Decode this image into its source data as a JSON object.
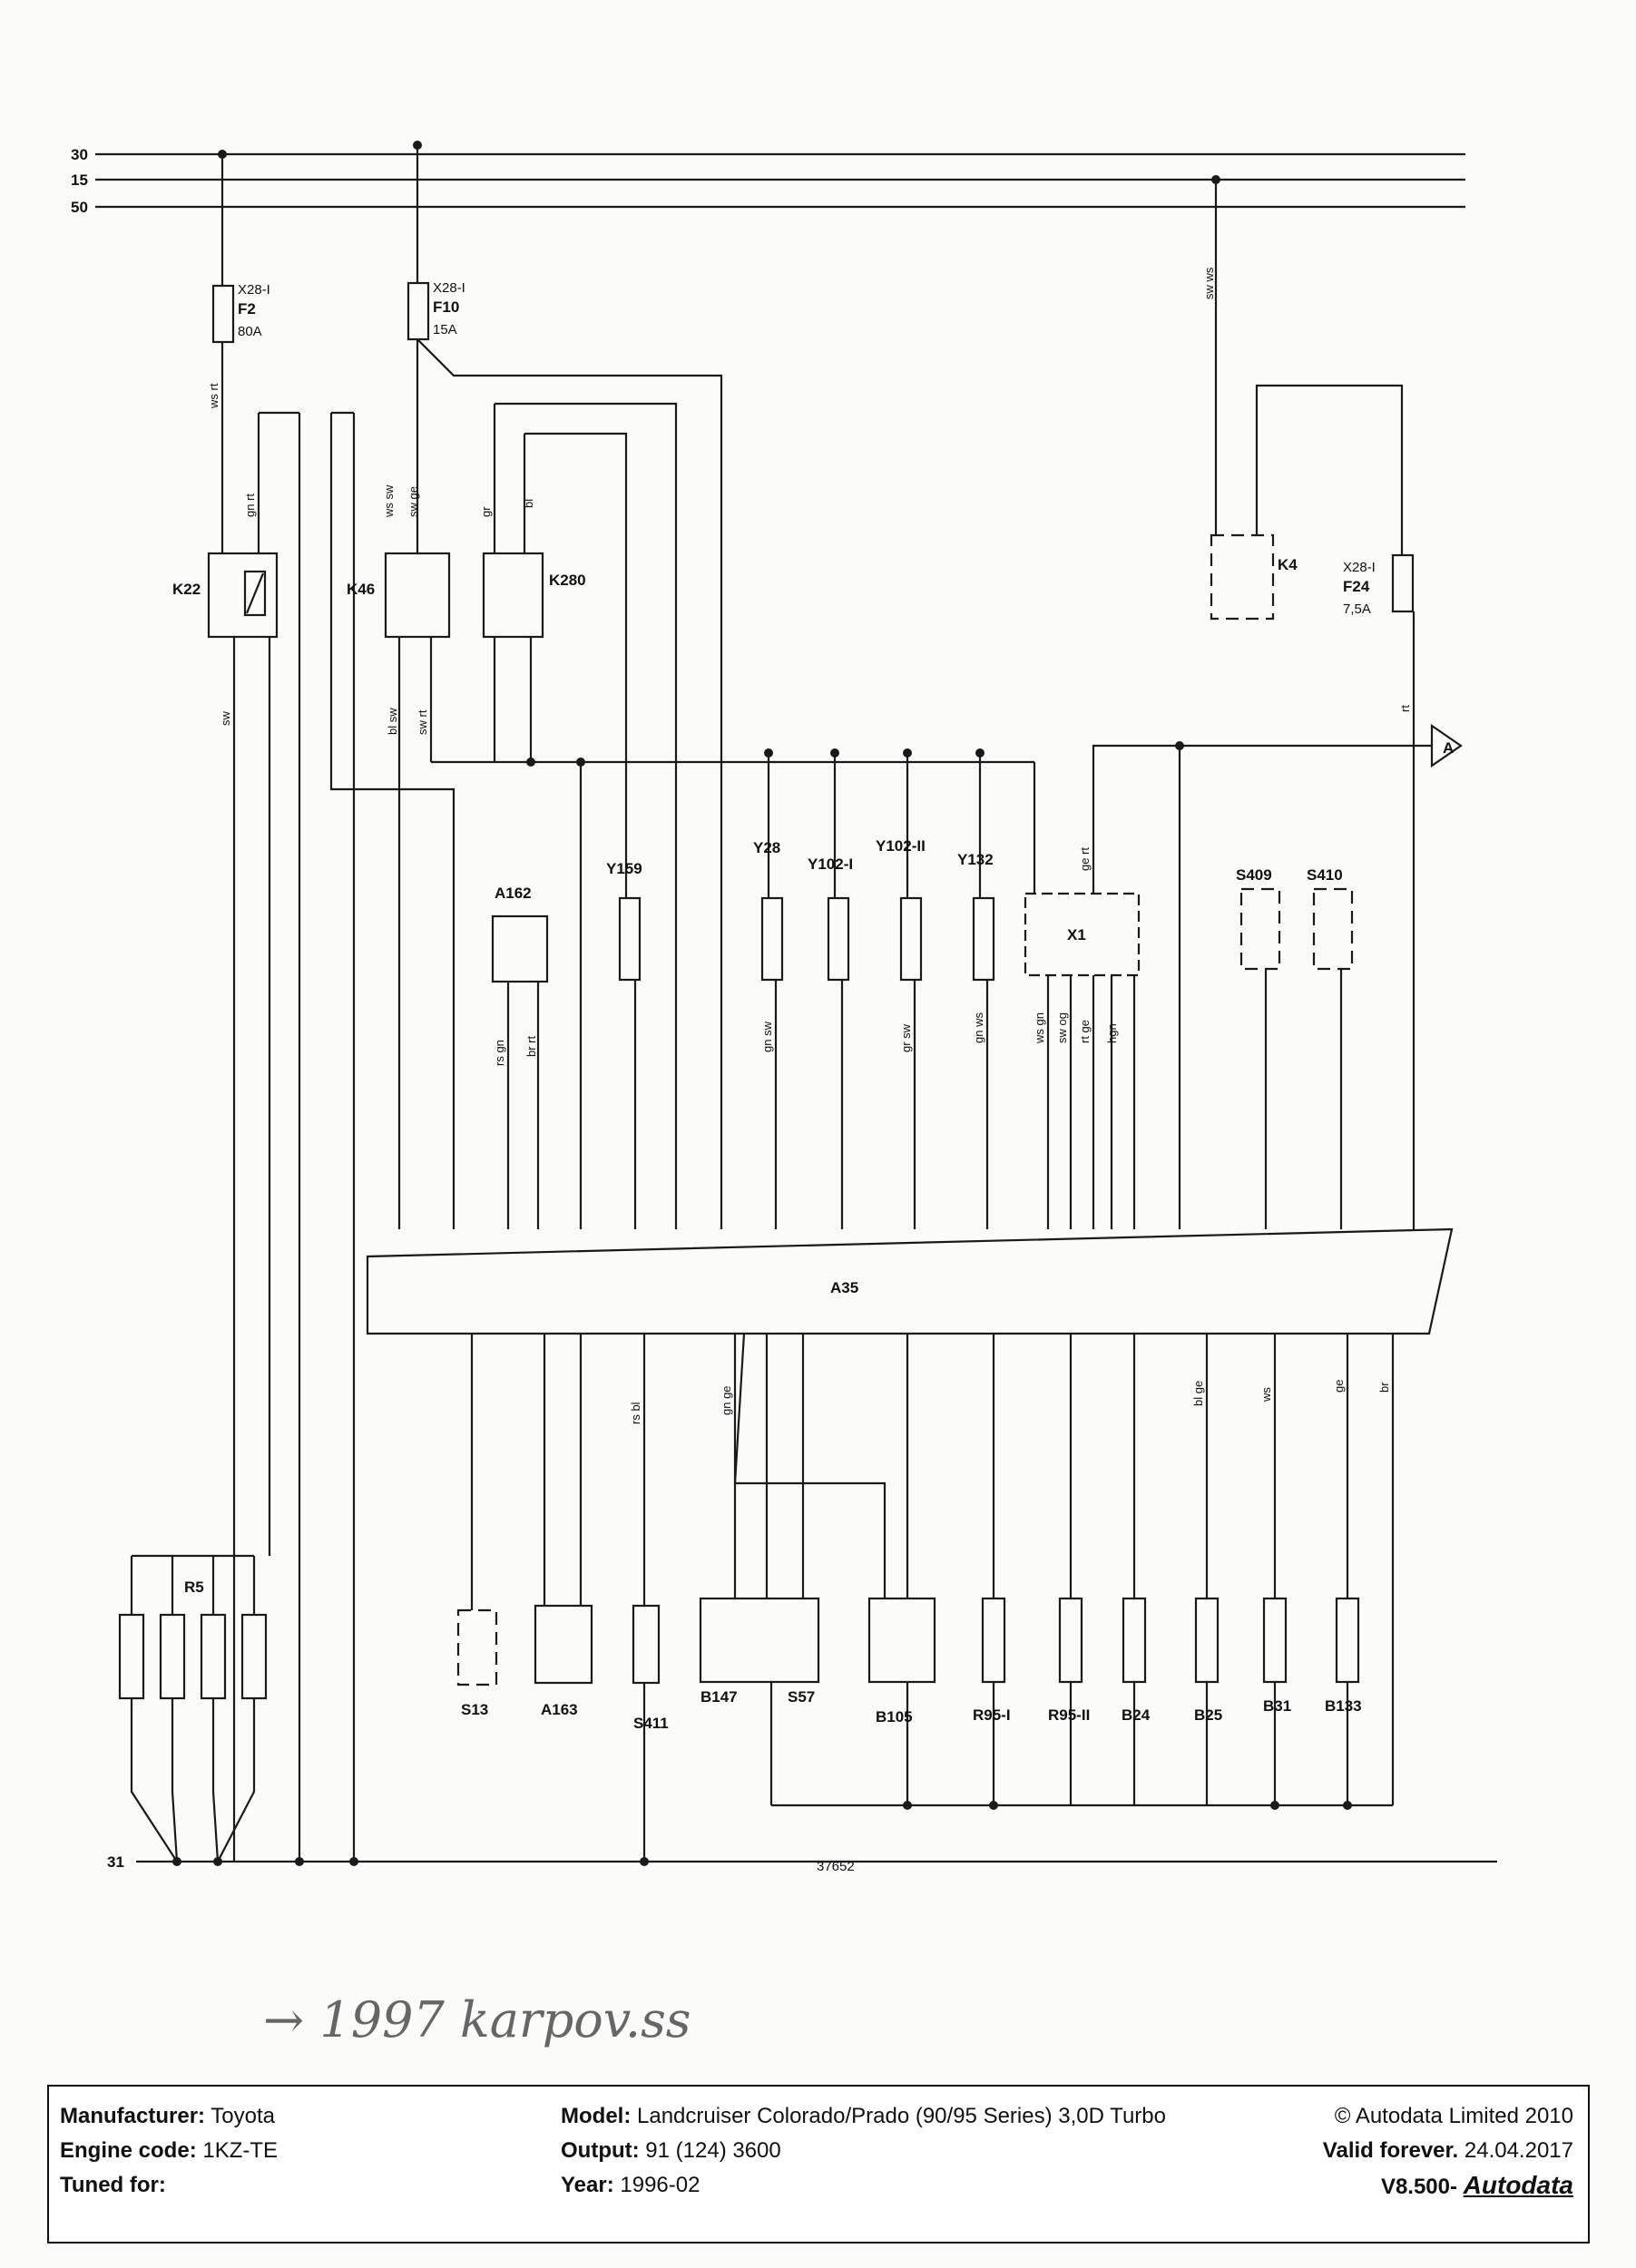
{
  "rails": [
    "30",
    "15",
    "50"
  ],
  "ground_rail": "31",
  "drawing_number": "37652",
  "handwritten_note": "→ 1997 karpov.ss",
  "components": {
    "F2": {
      "name": "F2",
      "ref": "X28-I",
      "rating": "80A"
    },
    "F10": {
      "name": "F10",
      "ref": "X28-I",
      "rating": "15A"
    },
    "F24": {
      "name": "F24",
      "ref": "X28-I",
      "rating": "7,5A"
    },
    "K22": "K22",
    "K46": "K46",
    "K280": "K280",
    "K4": "K4",
    "A162": "A162",
    "Y159": "Y159",
    "Y28": "Y28",
    "Y102I": "Y102-I",
    "Y102II": "Y102-II",
    "Y132": "Y132",
    "X1": "X1",
    "S409": "S409",
    "S410": "S410",
    "A35": "A35",
    "R5": "R5",
    "S13": "S13",
    "A163": "A163",
    "S411": "S411",
    "B147": "B147",
    "S57": "S57",
    "B105": "B105",
    "R95I": "R95-I",
    "R95II": "R95-II",
    "B24": "B24",
    "B25": "B25",
    "B31": "B31",
    "B133": "B133",
    "connector_A": "A"
  },
  "wire_colors": {
    "ws_rt": "ws rt",
    "gn_rt": "gn rt",
    "ws_sw": "ws sw",
    "sw_ge": "sw ge",
    "gr": "gr",
    "bl": "bl",
    "sw": "sw",
    "bl_sw": "bl sw",
    "sw_rt": "sw rt",
    "sw_ws": "sw ws",
    "rt": "rt",
    "ge_rt": "ge rt",
    "rs_gn": "rs gn",
    "br_rt": "br rt",
    "gn_sw": "gn sw",
    "gr_sw": "gr sw",
    "gn_ws": "gn ws",
    "ws_gn": "ws gn",
    "sw_og": "sw og",
    "rt_ge": "rt ge",
    "hgn": "hgn",
    "rs_bl": "rs bl",
    "gn_ge": "gn ge",
    "ws": "ws",
    "ge": "ge",
    "br": "br",
    "bl_ge": "bl ge"
  },
  "footer": {
    "manufacturer_label": "Manufacturer:",
    "manufacturer": "Toyota",
    "engine_label": "Engine code:",
    "engine": "1KZ-TE",
    "tuned_label": "Tuned for:",
    "model_label": "Model:",
    "model": "Landcruiser Colorado/Prado (90/95 Series) 3,0D Turbo",
    "output_label": "Output:",
    "output": "91 (124) 3600",
    "year_label": "Year:",
    "year": "1996-02",
    "copyright": "© Autodata Limited 2010",
    "valid_label": "Valid forever.",
    "valid_date": "24.04.2017",
    "version": "V8.500-",
    "brand": "Autodata"
  }
}
